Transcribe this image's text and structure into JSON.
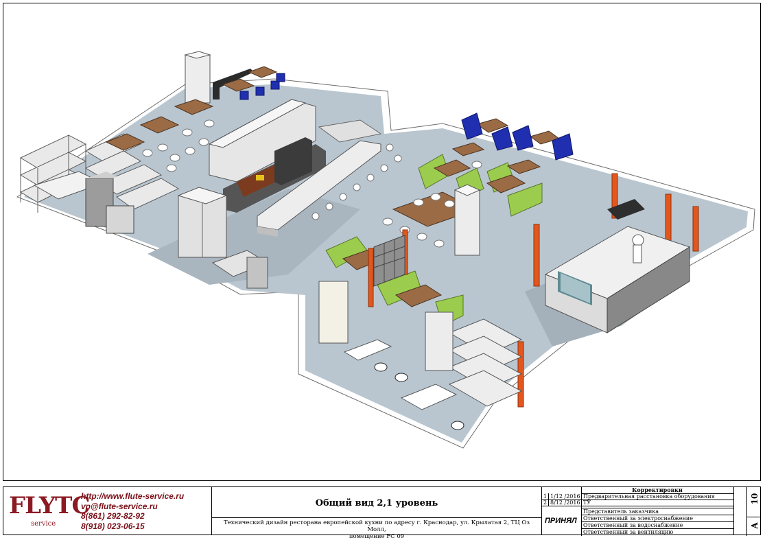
{
  "company": {
    "logo_text": "FLYTC",
    "logo_sub": "service",
    "website": "http://www.flute-service.ru",
    "email": "vp@flute-service.ru",
    "phone1": "8(861) 292-82-92",
    "phone2": "8(918) 023-06-15",
    "brand_color": "#8b1a22"
  },
  "title_block": {
    "title": "Общий вид 2,1 уровень",
    "description_line1": "Технический дизайн ресторана европейской кухни по адресу г. Краснодар, ул. Крылатая 2, ТЦ Оз Молл,",
    "description_line2": "помещение FC 09",
    "revisions_header": "Корректировки",
    "revisions": [
      {
        "num": "1",
        "date": "1/12 /2016",
        "text": "Предварительная расстановка оборудования"
      },
      {
        "num": "2",
        "date": "8/12 /2016",
        "text": "ТУ"
      }
    ],
    "accepted_label": "ПРИНЯЛ",
    "responsibles": [
      "Представитель заказчика",
      "Ответственный за электроснабжение",
      "Ответственный за водоснабжение",
      "Ответственный за вентиляцию"
    ],
    "sheet_number": "10",
    "sheet_format": "A"
  },
  "render": {
    "floor_color": "#b9c6d0",
    "wall_color": "#ffffff",
    "column_color": "#e2571e",
    "chair_green": "#9ccc4e",
    "chair_blue": "#1f2fb0",
    "table_wood": "#9a6b45",
    "steel": "#c9c9c9"
  }
}
